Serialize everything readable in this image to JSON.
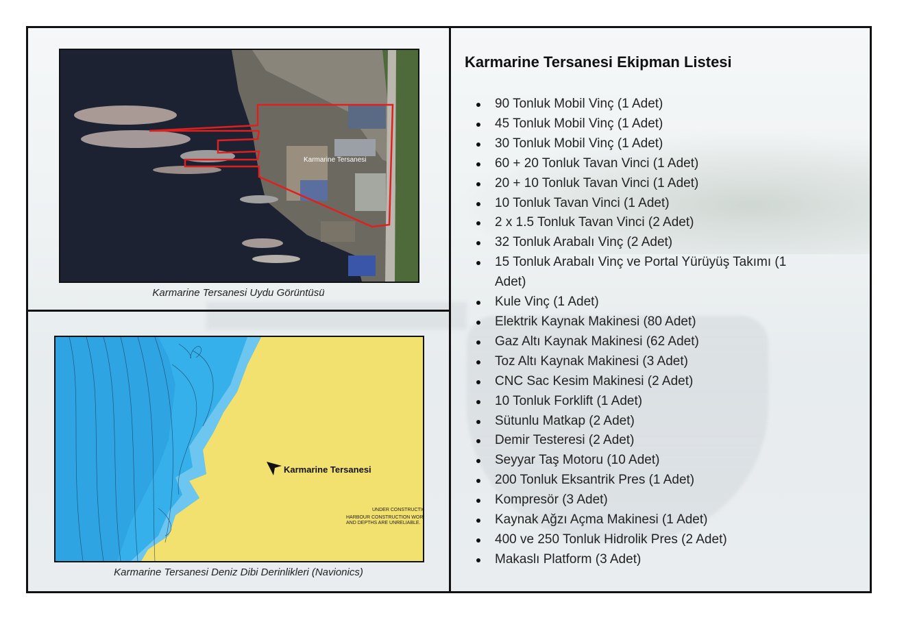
{
  "satellite": {
    "caption": "Karmarine Tersanesi Uydu Görüntüsü",
    "overlay_label": "Karmarine Tersanesi"
  },
  "nautical_chart": {
    "caption": "Karmarine Tersanesi Deniz Dibi Derinlikleri (Navionics)",
    "marker_label": "Karmarine Tersanesi",
    "note_line1": "UNDER CONSTRUCTIO",
    "note_line2": "HARBOUR CONSTRUCTION WORKS IN P",
    "note_line3": "AND DEPTHS ARE UNRELIABLE."
  },
  "equipment": {
    "title": "Karmarine Tersanesi Ekipman Listesi",
    "items": [
      "90 Tonluk Mobil Vinç (1 Adet)",
      "45 Tonluk Mobil Vinç (1 Adet)",
      "30 Tonluk Mobil Vinç (1 Adet)",
      "60 + 20 Tonluk Tavan Vinci (1 Adet)",
      "20 + 10 Tonluk Tavan Vinci (1 Adet)",
      "10 Tonluk Tavan Vinci (1 Adet)",
      "2 x 1.5 Tonluk Tavan Vinci (2 Adet)",
      "32 Tonluk Arabalı Vinç (2 Adet)",
      "15 Tonluk Arabalı Vinç ve Portal Yürüyüş Takımı (1 Adet)",
      "Kule Vinç (1 Adet)",
      "Elektrik Kaynak Makinesi (80 Adet)",
      "Gaz Altı Kaynak Makinesi (62 Adet)",
      "Toz Altı Kaynak Makinesi (3 Adet)",
      "CNC Sac Kesim Makinesi (2 Adet)",
      "10 Tonluk Forklift (1 Adet)",
      "Sütunlu Matkap (2 Adet)",
      "Demir Testeresi (2 Adet)",
      "Seyyar Taş Motoru (10 Adet)",
      "200 Tonluk Eksantrik Pres (1 Adet)",
      "Kompresör (3 Adet)",
      "Kaynak Ağzı Açma Makinesi (1 Adet)",
      "400 ve 250 Tonluk Hidrolik Pres (2 Adet)",
      "Makaslı Platform (3 Adet)"
    ]
  }
}
